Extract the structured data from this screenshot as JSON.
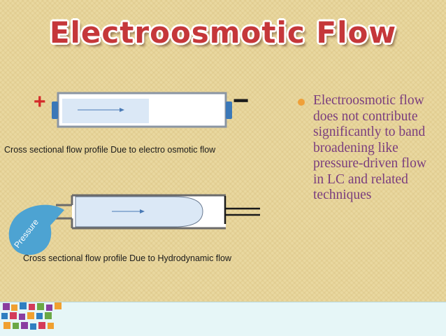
{
  "slide": {
    "title": "Electroosmotic Flow",
    "bullet": "Electroosmotic flow does not contribute significantly to band broadening like pressure-driven flow in LC and related techniques"
  },
  "diagram_eof": {
    "plus_sign": "+",
    "minus_sign": "−",
    "caption": "Cross sectional flow profile Due to electro osmotic flow"
  },
  "diagram_hydro": {
    "pressure_label": "Pressure",
    "caption": "Cross sectional flow profile Due to Hydrodynamic flow"
  },
  "colors": {
    "title": "#c5373a",
    "bullet_text": "#7a3d7e",
    "bullet_dot": "#f0a038",
    "plus": "#d42a2a",
    "fluid": "#dbe8f6",
    "pressure_blob": "#4da3d2"
  }
}
